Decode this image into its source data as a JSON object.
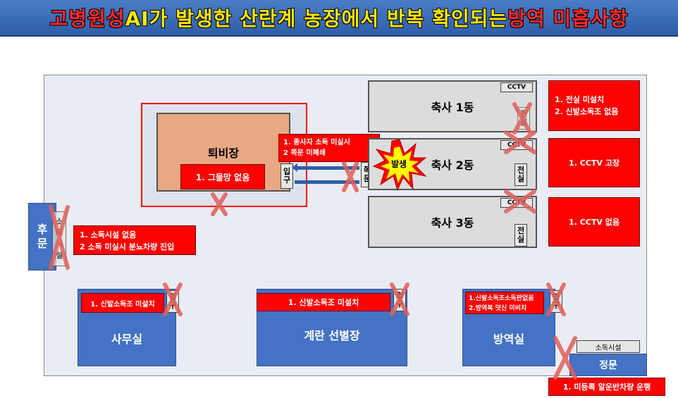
{
  "title_red1": "고병원성 ",
  "title_yellow": "AI가 발생한 산란계 농장에서 반복 확인되는 ",
  "title_red2": "방역 미흡사항",
  "manure": {
    "label": "퇴비장",
    "note": "1.  그물망 없음"
  },
  "manure_entrance": [
    "입",
    "구"
  ],
  "side_door": [
    "쪽",
    "문"
  ],
  "burst_label": "발생",
  "worker_note": [
    "1.  종사자 소독 미실시",
    "2  쪽문 미폐쇄"
  ],
  "barns": [
    {
      "label": "축사 1동",
      "cctv": "CCTV",
      "side": [
        "전",
        "실"
      ],
      "notes": [
        "1. 전실 미설치",
        "2. 신발소독조 없음"
      ]
    },
    {
      "label": "축사 2동",
      "cctv": "CCTV",
      "side": [
        "전",
        "실"
      ],
      "notes": [
        "1. CCTV 고장"
      ]
    },
    {
      "label": "축사 3동",
      "cctv": "CCTV",
      "side": [
        "전",
        "실"
      ],
      "notes": [
        "1. CCTV 없음"
      ]
    }
  ],
  "rear_gate": {
    "label": [
      "후",
      "문"
    ],
    "side": [
      "소",
      "독",
      "시",
      "설"
    ],
    "notes": [
      "1.  소독시설 없음",
      "2  소독 미실시 분뇨차량 진입"
    ]
  },
  "office": {
    "label": "사무실",
    "note": "1.  신발소독조 미설치",
    "door": [
      "입",
      "구"
    ]
  },
  "egg": {
    "label": "계란  선별장",
    "note": "1.  신발소독조  미설치",
    "door": [
      "입",
      "구"
    ]
  },
  "quarantine": {
    "label": "방역실",
    "note": [
      "1.신발소독조소독판없음",
      "2.방역복 덧신 미비치"
    ],
    "door": [
      "입",
      "구"
    ]
  },
  "main_gate": {
    "label": "정문",
    "facility": "소독시설",
    "note": "1.  미등록  알운반차량  운행"
  }
}
